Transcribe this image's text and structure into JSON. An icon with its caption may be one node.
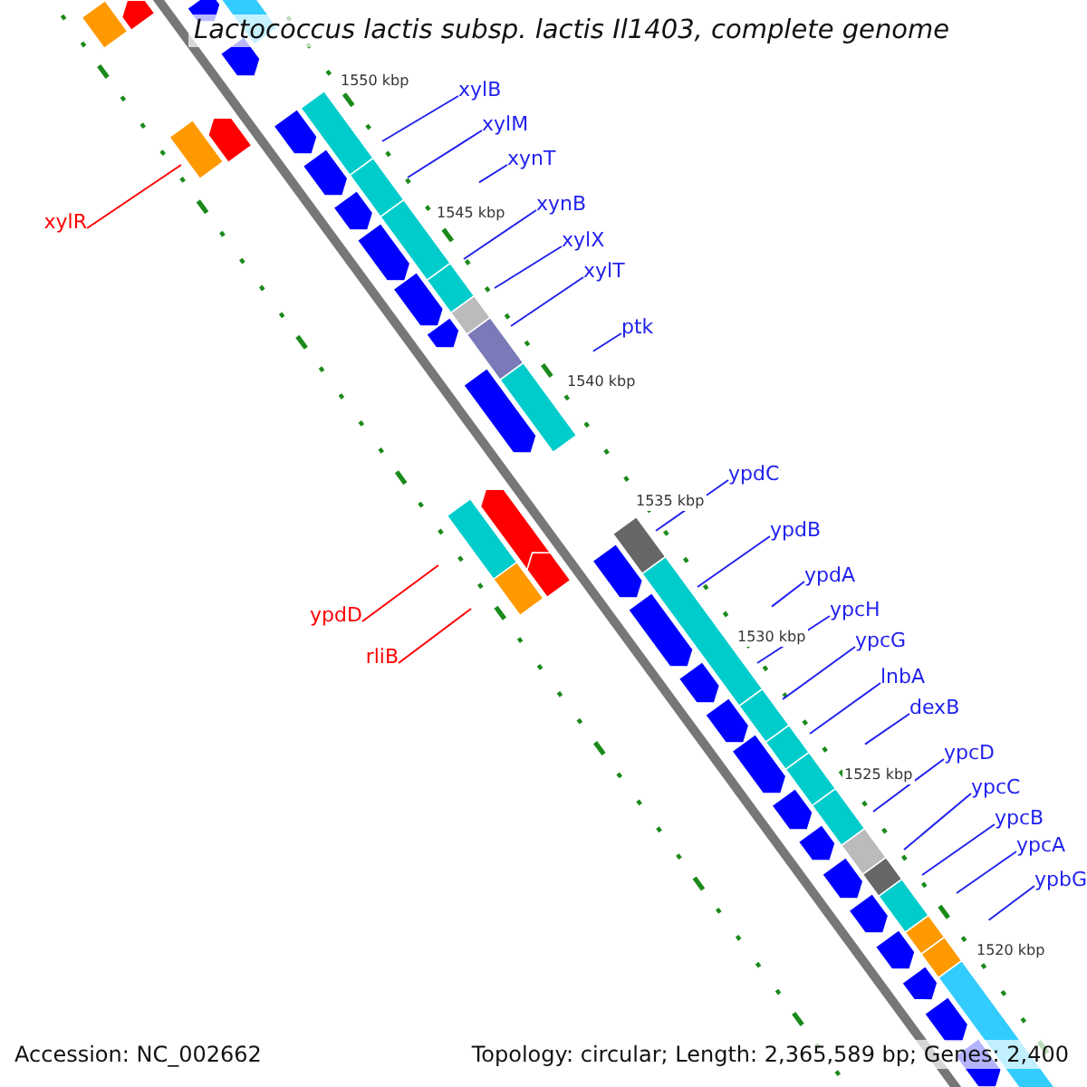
{
  "diagram": {
    "title": "Lactococcus lactis subsp. lactis Il1403, complete genome",
    "nodes": [
      {
        "text": [
          "xylB"
        ]
      },
      {
        "text": [
          "xylM"
        ]
      },
      {
        "text": [
          "xynT"
        ]
      },
      {
        "text": [
          "xynB"
        ]
      },
      {
        "text": [
          "xylR"
        ]
      },
      {
        "text": [
          "xylX"
        ]
      },
      {
        "text": [
          "xylT"
        ]
      },
      {
        "text": [
          "ptk"
        ]
      },
      {
        "text": [
          "ypdC"
        ]
      },
      {
        "text": [
          "ypdB"
        ]
      },
      {
        "text": [
          "ypdA"
        ]
      },
      {
        "text": [
          "ypcH"
        ]
      },
      {
        "text": [
          "ypdD"
        ]
      },
      {
        "text": [
          "ypcG"
        ]
      },
      {
        "text": [
          "rliB"
        ]
      },
      {
        "text": [
          "lnbA"
        ]
      },
      {
        "text": [
          "dexB"
        ]
      },
      {
        "text": [
          "ypcD"
        ]
      },
      {
        "text": [
          "ypcC"
        ]
      },
      {
        "text": [
          "ypcB"
        ]
      },
      {
        "text": [
          "ypcA"
        ]
      },
      {
        "text": [
          "ypbG"
        ]
      }
    ],
    "edges": [
      {
        "from": 0,
        "to": null,
        "arrow": "none"
      },
      {
        "from": 1,
        "to": null,
        "arrow": "none"
      },
      {
        "from": 2,
        "to": null,
        "arrow": "none"
      },
      {
        "from": 3,
        "to": null,
        "arrow": "none"
      },
      {
        "from": 4,
        "to": null,
        "arrow": "none",
        "color": "#ff0000"
      },
      {
        "from": 5,
        "to": null,
        "arrow": "none"
      },
      {
        "from": 6,
        "to": null,
        "arrow": "none"
      },
      {
        "from": 7,
        "to": null,
        "arrow": "none"
      },
      {
        "from": 8,
        "to": null,
        "arrow": "none"
      },
      {
        "from": 9,
        "to": null,
        "arrow": "none"
      },
      {
        "from": 10,
        "to": null,
        "arrow": "none"
      },
      {
        "from": 11,
        "to": null,
        "arrow": "none"
      },
      {
        "from": 12,
        "to": null,
        "arrow": "none",
        "color": "#ff0000"
      },
      {
        "from": 13,
        "to": null,
        "arrow": "none"
      },
      {
        "from": 14,
        "to": null,
        "arrow": "none",
        "color": "#ff0000"
      },
      {
        "from": 15,
        "to": null,
        "arrow": "none"
      },
      {
        "from": 16,
        "to": null,
        "arrow": "none"
      },
      {
        "from": 17,
        "to": null,
        "arrow": "none"
      },
      {
        "from": 18,
        "to": null,
        "arrow": "none"
      },
      {
        "from": 19,
        "to": null,
        "arrow": "none"
      },
      {
        "from": 20,
        "to": null,
        "arrow": "none"
      },
      {
        "from": 21,
        "to": null,
        "arrow": "none"
      }
    ],
    "labels": [
      "1550 kbp",
      "1545 kbp",
      "1540 kbp",
      "1535 kbp",
      "1530 kbp",
      "1525 kbp",
      "1520 kbp",
      "Accession: NC_002662",
      "Topology: circular; Length: 2,365,589 bp; Genes: 2,400"
    ]
  }
}
